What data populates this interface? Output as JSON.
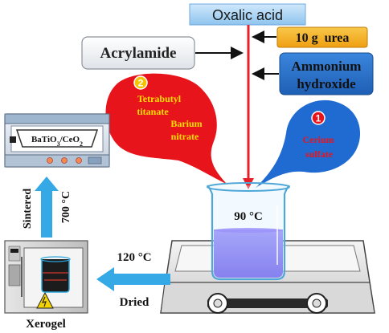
{
  "top_reagent": "Oxalic acid",
  "right_reagents": {
    "urea": "10 g  urea",
    "ammonium_line1": "Ammonium",
    "ammonium_line2": "hydroxide"
  },
  "left_reagent": "Acrylamide",
  "bubble_left": {
    "number": "2",
    "line1": "Tetrabutyl",
    "line2": "titanate",
    "line3": "Barium",
    "line4": "nitrate"
  },
  "bubble_right": {
    "number": "1",
    "line1": "Cerium",
    "line2": "sulfate"
  },
  "beaker_temp": "90 °C",
  "dry_step": {
    "temp": "120 °C",
    "label": "Dried"
  },
  "sinter_step": {
    "label": "Sintered",
    "temp": "700 °C"
  },
  "furnace_product": "BaTiO3/CeO2",
  "xerogel_label": "Xerogel",
  "colors": {
    "red_line": "#e8202a",
    "bubble_red": "#e8141c",
    "bubble_blue": "#1f6bd1",
    "arrow_blue": "#35a9e6",
    "liquid": "#6a5df2",
    "ammonium_box": "#2e73c9",
    "urea_box": "#f5b324"
  }
}
